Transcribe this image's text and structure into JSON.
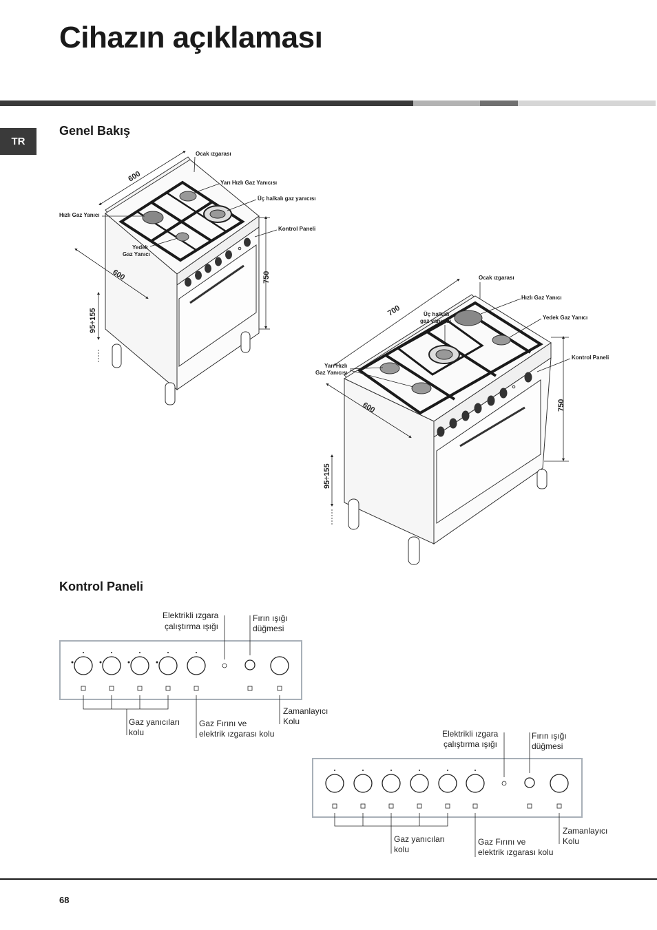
{
  "page": {
    "title": "Cihazın açıklaması",
    "language_tab": "TR",
    "page_number": "68"
  },
  "colors": {
    "dark": "#3a3a3a",
    "light_gray": "#b3b3b3",
    "mid_gray": "#707070",
    "lighter_gray": "#d6d6d6"
  },
  "overview": {
    "heading": "Genel Bakış",
    "cooker1": {
      "dim_width": "600",
      "dim_depth": "600",
      "dim_height": "750",
      "dim_legs": "95÷155",
      "labels": {
        "ocak": "Ocak ızgarası",
        "yari_hizli": "Yarı Hızlı Gaz Yanıcısı",
        "uc_halkali": "Üç halkalı gaz yanıcısı",
        "hizli": "Hızlı Gaz Yanıcı",
        "kontrol": "Kontrol Paneli",
        "yedek_1": "Yedek",
        "yedek_2": "Gaz Yanıcı"
      }
    },
    "cooker2": {
      "dim_width": "700",
      "dim_depth": "600",
      "dim_height": "750",
      "dim_legs": "95÷155",
      "labels": {
        "ocak": "Ocak ızgarası",
        "hizli": "Hızlı Gaz Yanıcı",
        "uc_1": "Üç halkalı",
        "uc_2": "gaz yanıcısı",
        "yedek": "Yedek Gaz Yanıcı",
        "kontrol": "Kontrol Paneli",
        "yari_1": "Yarı Hızlı",
        "yari_2": "Gaz Yanıcısı"
      }
    }
  },
  "control": {
    "heading": "Kontrol Paneli",
    "panel1": {
      "grill_light_1": "Elektrikli ızgara",
      "grill_light_2": "çalıştırma ışığı",
      "oven_light_1": "Fırın ışığı",
      "oven_light_2": "düğmesi",
      "gas_knobs_1": "Gaz yanıcıları",
      "gas_knobs_2": "kolu",
      "oven_knob_1": "Gaz Fırını ve",
      "oven_knob_2": "elektrik ızgarası kolu",
      "timer_1": "Zamanlayıcı",
      "timer_2": "Kolu"
    },
    "panel2": {
      "grill_light_1": "Elektrikli ızgara",
      "grill_light_2": "çalıştırma ışığı",
      "oven_light_1": "Fırın ışığı",
      "oven_light_2": "düğmesi",
      "gas_knobs_1": "Gaz yanıcıları",
      "gas_knobs_2": "kolu",
      "oven_knob_1": "Gaz Fırını ve",
      "oven_knob_2": "elektrik ızgarası kolu",
      "timer_1": "Zamanlayıcı",
      "timer_2": "Kolu"
    }
  }
}
